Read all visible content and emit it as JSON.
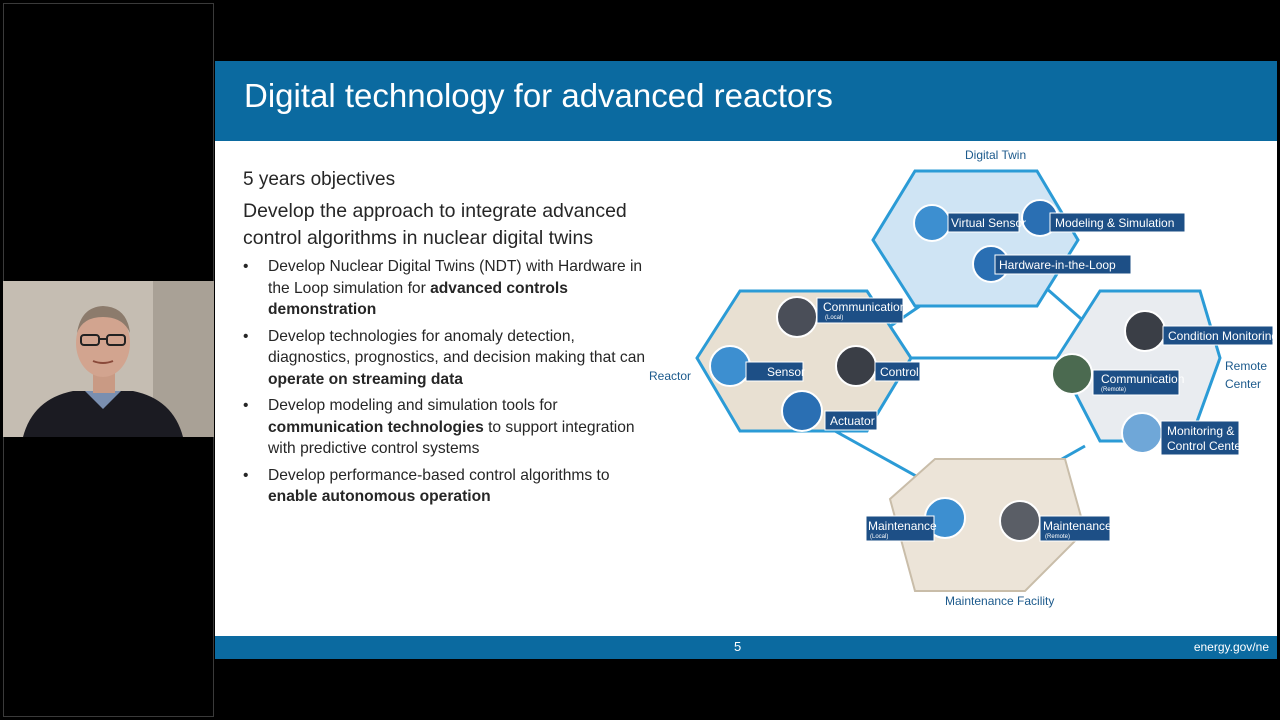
{
  "slide": {
    "title": "Digital technology for advanced reactors",
    "objectives_heading": "5 years objectives",
    "lead": "Develop the approach to integrate advanced control algorithms in nuclear digital twins",
    "bullets": [
      {
        "pre": "Develop Nuclear Digital Twins (NDT) with Hardware in the Loop simulation for ",
        "bold": "advanced controls demonstration",
        "post": ""
      },
      {
        "pre": "Develop technologies for anomaly detection, diagnostics, prognostics, and decision making that can ",
        "bold": "operate on streaming data",
        "post": ""
      },
      {
        "pre": "Develop modeling and simulation tools for ",
        "bold": "communication technologies",
        "post": " to support integration with predictive control systems"
      },
      {
        "pre": "Develop performance-based control algorithms to ",
        "bold": "enable autonomous operation",
        "post": ""
      }
    ],
    "bullet_symbol": "•",
    "page_number": "5",
    "footer_url": "energy.gov/ne"
  },
  "diagram": {
    "digital_twin": "Digital Twin",
    "reactor": "Reactor",
    "remote_center_1": "Remote",
    "remote_center_2": "Center",
    "maintenance_facility": "Maintenance Facility",
    "tags": {
      "virtual_sensor": "Virtual Sensor",
      "modeling_simulation": "Modeling & Simulation",
      "hardware_loop": "Hardware-in-the-Loop",
      "communication_local": "Communication",
      "communication_local_sub": "(Local)",
      "sensor": "Sensor",
      "control": "Control",
      "actuator": "Actuator",
      "condition_monitoring": "Condition Monitoring",
      "communication_remote": "Communication",
      "communication_remote_sub": "(Remote)",
      "monitoring_control_1": "Monitoring &",
      "monitoring_control_2": "Control Center",
      "maintenance_local": "Maintenance",
      "maintenance_local_sub": "(Local)",
      "maintenance_remote": "Maintenance",
      "maintenance_remote_sub": "(Remote)"
    }
  },
  "colors": {
    "header": "#0b6aa0",
    "accent": "#1c5a8c",
    "tag": "#1d4f86"
  }
}
